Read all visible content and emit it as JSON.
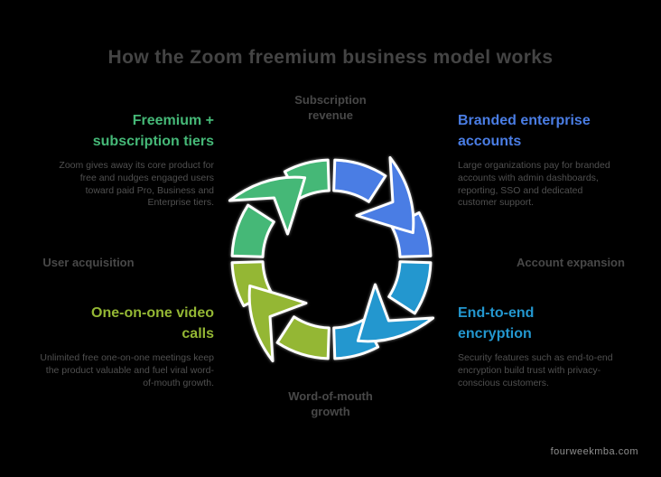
{
  "title": "How the Zoom freemium business model works",
  "colors": {
    "background": "#000000",
    "title_text": "#444444",
    "body_text": "#505050",
    "label_text": "#484848",
    "watermark_text": "#8f8f8f",
    "green": "#45b877",
    "blue": "#4a7de4",
    "teal": "#2397cf",
    "olive": "#94b734",
    "outline": "#ffffff"
  },
  "sections": {
    "freemium": {
      "heading": "Freemium +\nsubscription tiers",
      "body": "Zoom gives away its core product for free and nudges engaged users toward paid Pro, Business and Enterprise tiers."
    },
    "enterprise": {
      "heading": "Branded enterprise\naccounts",
      "body": "Large organizations pay for branded accounts with admin dashboards, reporting, SSO and dedicated customer support."
    },
    "one_on_one": {
      "heading": "One-on-one video\ncalls",
      "body": "Unlimited free one-on-one meetings keep the product valuable and fuel viral word-of-mouth growth."
    },
    "encryption": {
      "heading": "End-to-end\nencryption",
      "body": "Security features such as end-to-end encryption build trust with privacy-conscious customers."
    }
  },
  "labels": {
    "top": "Subscription\nrevenue",
    "right": "Account expansion",
    "bottom": "Word-of-mouth\ngrowth",
    "left": "User acquisition"
  },
  "diagram": {
    "type": "cycle",
    "direction": "clockwise",
    "segments": [
      {
        "name": "freemium-subscription-tiers",
        "position": "top-left",
        "color": "#45b877"
      },
      {
        "name": "branded-enterprise-accounts",
        "position": "top-right",
        "color": "#4a7de4"
      },
      {
        "name": "end-to-end-encryption",
        "position": "bottom-right",
        "color": "#2397cf"
      },
      {
        "name": "one-on-one-video-calls",
        "position": "bottom-left",
        "color": "#94b734"
      }
    ]
  },
  "watermark": "fourweekmba.com"
}
